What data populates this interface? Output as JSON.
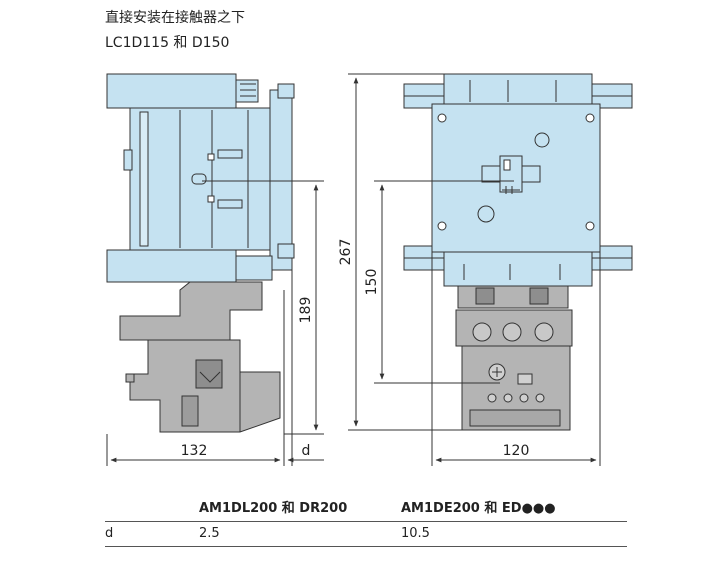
{
  "header": {
    "title_line1": "直接安装在接触器之下",
    "title_line2": "LC1D115 和 D150"
  },
  "dimensions": {
    "side_width": "132",
    "side_offset": "d",
    "side_height": "189",
    "front_width": "120",
    "front_total_height": "267",
    "front_mount_height": "150"
  },
  "table": {
    "columns": [
      "",
      "AM1DL200 和 DR200",
      "AM1DE200 和 ED●●●"
    ],
    "rows": [
      [
        "d",
        "2.5",
        "10.5"
      ]
    ]
  },
  "colors": {
    "body_fill": "#c5e2f1",
    "relay_fill": "#b4b4b4",
    "relay_dark": "#8e8e8e",
    "line": "#333333"
  }
}
